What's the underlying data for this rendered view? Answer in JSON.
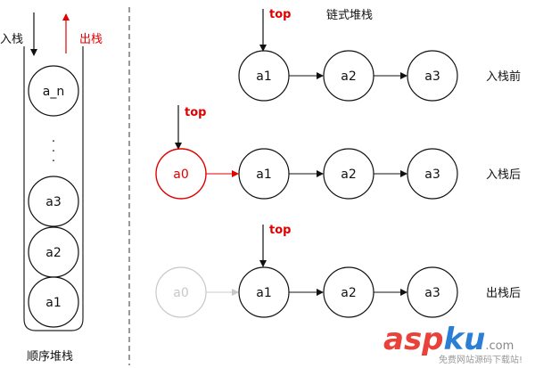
{
  "seq_stack": {
    "push_label": "入栈",
    "pop_label": "出栈",
    "nodes": [
      "a_n",
      "·",
      "·",
      "·",
      "a3",
      "a2",
      "a1"
    ],
    "caption": "顺序堆栈"
  },
  "linked_stack": {
    "title": "链式堆栈",
    "top_label": "top",
    "rows": [
      {
        "label": "入栈前",
        "nodes": [
          "a1",
          "a2",
          "a3"
        ]
      },
      {
        "label": "入栈后",
        "new_node": "a0",
        "nodes": [
          "a1",
          "a2",
          "a3"
        ]
      },
      {
        "label": "出栈后",
        "old_node": "a0",
        "nodes": [
          "a1",
          "a2",
          "a3"
        ]
      }
    ]
  },
  "colors": {
    "accent_red": "#e00000",
    "faded_gray": "#c8c8c8",
    "ink": "#111111"
  },
  "watermark": {
    "brand_asp": "asp",
    "brand_ku": "ku",
    "brand_com": ".com",
    "tagline": "免费网站源码下载站!"
  }
}
